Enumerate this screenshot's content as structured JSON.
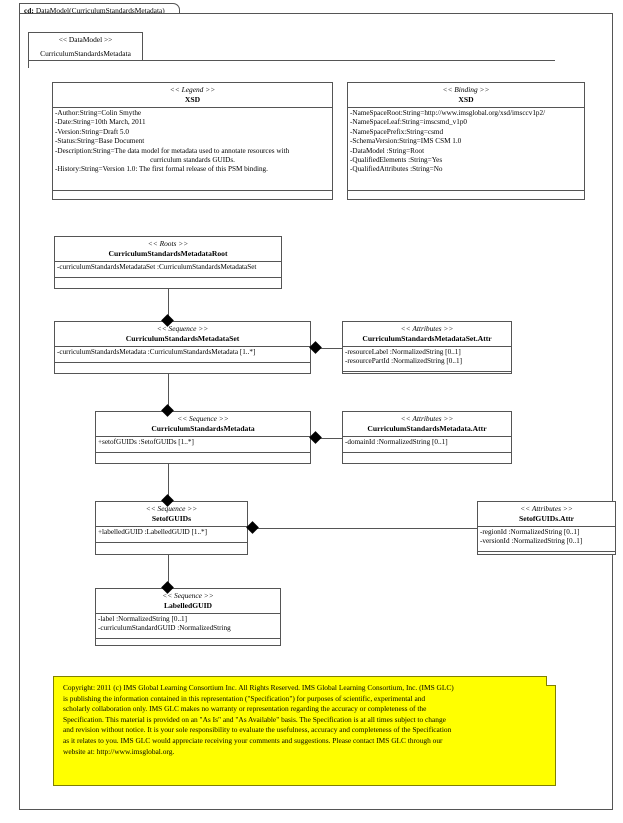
{
  "frame": {
    "tab_prefix": "cd:",
    "tab_label": "DataModel(CurriculumStandardsMetadata)"
  },
  "package": {
    "stereotype": "<< DataModel >>",
    "name": "CurriculumStandardsMetadata"
  },
  "classes": {
    "legend": {
      "stereotype": "<< Legend >>",
      "name": "XSD",
      "attributes": [
        "-Author:String=Colin Smythe",
        "-Date:String=10th March, 2011",
        "-Version:String=Draft 5.0",
        "-Status:String=Base Document",
        "-Description:String=The data model for metadata used to annotate resources with",
        "curriculum standards GUIDs.",
        "-History:String=Version 1.0: The first formal release of this PSM binding."
      ]
    },
    "binding": {
      "stereotype": "<< Binding >>",
      "name": "XSD",
      "attributes": [
        "-NameSpaceRoot:String=http://www.imsglobal.org/xsd/imsccv1p2/",
        "-NameSpaceLeaf:String=imscsmd_v1p0",
        "-NameSpacePrefix:String=csmd",
        "-SchemaVersion:String=IMS CSM 1.0",
        "-DataModel :String=Root",
        "-QualifiedElements :String=Yes",
        "-QualifiedAttributes :String=No"
      ]
    },
    "root": {
      "stereotype": "<< Roots >>",
      "name": "CurriculumStandardsMetadataRoot",
      "attributes": [
        "-curriculumStandardsMetadataSet   :CurriculumStandardsMetadataSet"
      ]
    },
    "metadata_set": {
      "stereotype": "<< Sequence >>",
      "name": "CurriculumStandardsMetadataSet",
      "attributes": [
        "-curriculumStandardsMetadata   :CurriculumStandardsMetadata  [1..*]"
      ]
    },
    "metadata_set_attr": {
      "stereotype": "<< Attributes >>",
      "name": "CurriculumStandardsMetadataSet.Attr",
      "attributes": [
        "-resourceLabel :NormalizedString  [0..1]",
        "-resourcePartId :NormalizedString  [0..1]"
      ]
    },
    "metadata": {
      "stereotype": "<< Sequence >>",
      "name": "CurriculumStandardsMetadata",
      "attributes": [
        "+setofGUIDs :SetofGUIDs [1..*]"
      ]
    },
    "metadata_attr": {
      "stereotype": "<< Attributes >>",
      "name": "CurriculumStandardsMetadata.Attr",
      "attributes": [
        "-domainId :NormalizedString  [0..1]"
      ]
    },
    "setofguids": {
      "stereotype": "<< Sequence >>",
      "name": "SetofGUIDs",
      "attributes": [
        "+labelledGUID :LabelledGUID [1..*]"
      ]
    },
    "setofguids_attr": {
      "stereotype": "<< Attributes >>",
      "name": "SetofGUIDs.Attr",
      "attributes": [
        "-regionId :NormalizedString  [0..1]",
        "-versionId :NormalizedString  [0..1]"
      ]
    },
    "labelledguid": {
      "stereotype": "<< Sequence >>",
      "name": "LabelledGUID",
      "attributes": [
        "-label :NormalizedString  [0..1]",
        "-curriculumStandardGUID   :NormalizedString"
      ]
    }
  },
  "copyright": {
    "lines": [
      "Copyright: 2011 (c) IMS Global Learning Consortium Inc.  All Rights Reserved.  IMS Global Learning Consortium, Inc. (IMS GLC)",
      "is publishing the information contained in this representation (\"Specification\") for purposes of scientific, experimental and",
      "scholarly collaboration only.  IMS GLC makes no warranty or representation regarding  the accuracy or completeness of the",
      "Specification.  This material is provided on an \"As Is\" and \"As Available\" basis.  The Specification is at all times subject to change",
      "and revision without notice.  It is your sole responsibility to evaluate the usefulness, accuracy and completeness of the Specification",
      "as it relates to you.  IMS GLC would appreciate receiving your comments and suggestions.  Please contact IMS GLC through our",
      "website at: http://www.imsglobal.org."
    ]
  },
  "colors": {
    "note_background": "#ffff00",
    "note_border": "#808000",
    "line": "#555555"
  }
}
